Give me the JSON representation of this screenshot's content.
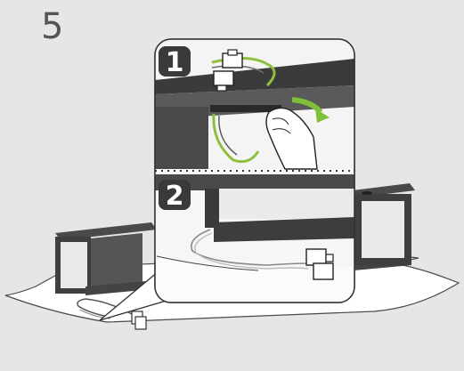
{
  "step": {
    "number": "5"
  },
  "detail_steps": [
    {
      "number": "1"
    },
    {
      "number": "2"
    }
  ],
  "colors": {
    "background": "#e6e6e6",
    "furniture": "#3f3f3f",
    "furniture_light": "#6a6a6a",
    "cable": "#8fbf3f",
    "callout_bg": "#ffffff",
    "badge": "#3a3a3a"
  },
  "icons": [
    "hand-icon",
    "curved-arrow-icon",
    "connector-plug-icon"
  ]
}
